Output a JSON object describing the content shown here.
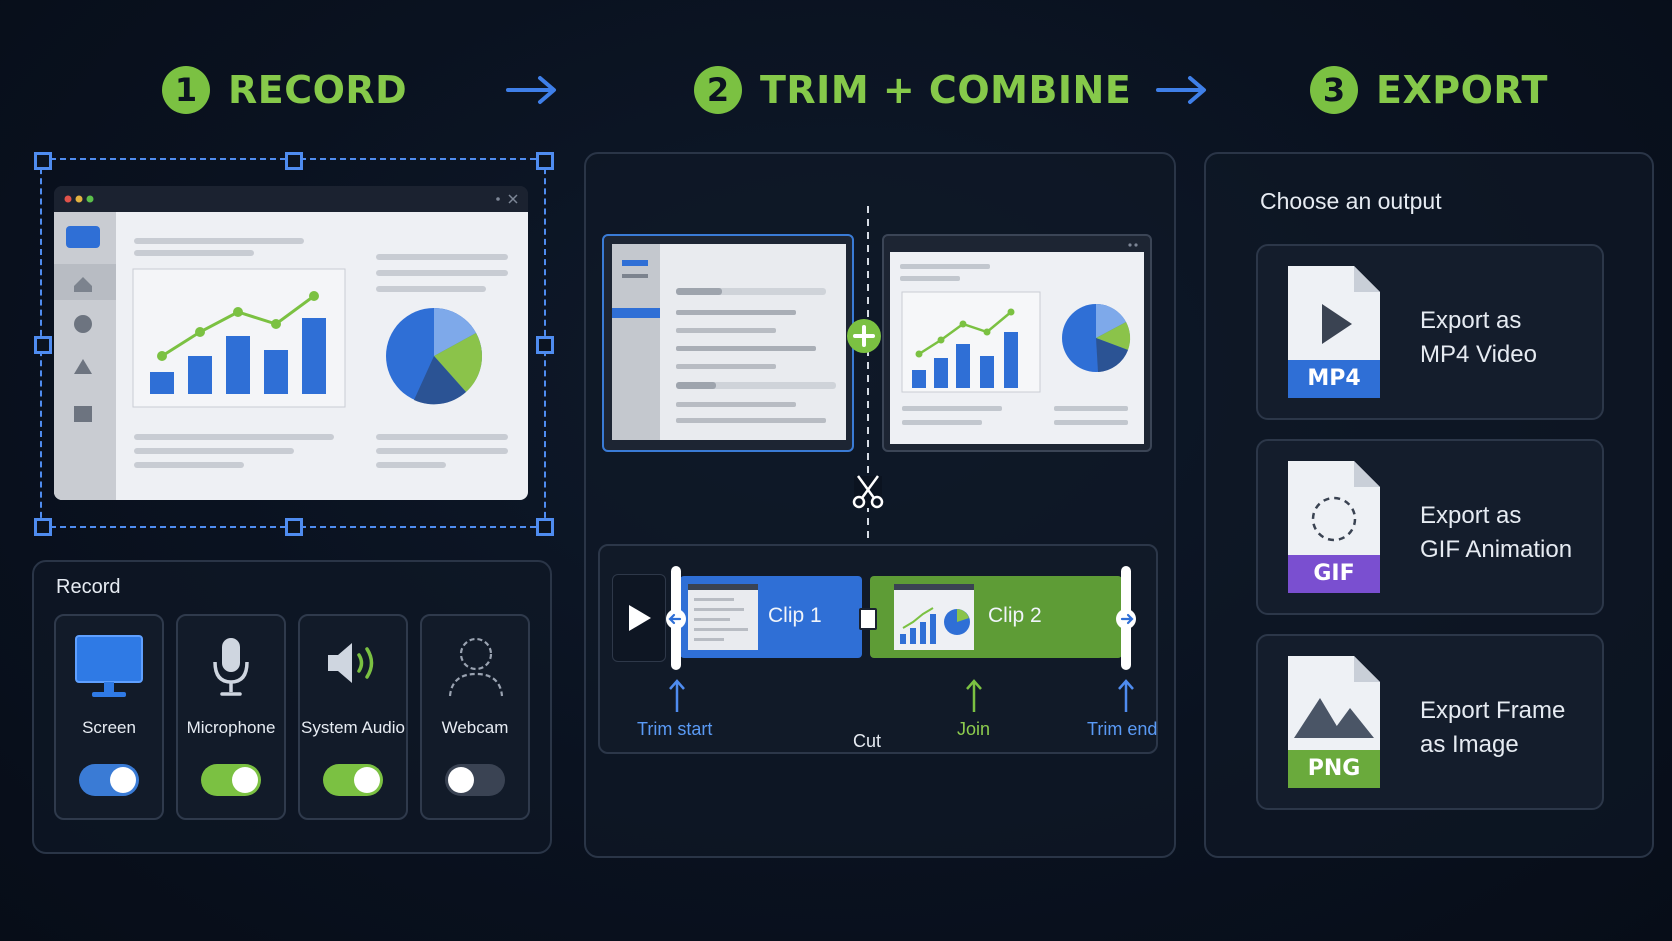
{
  "steps": [
    {
      "number": "1",
      "title": "RECORD"
    },
    {
      "number": "2",
      "title": "TRIM + COMBINE"
    },
    {
      "number": "3",
      "title": "EXPORT"
    }
  ],
  "record": {
    "panel_title": "Record",
    "options": [
      {
        "label": "Screen",
        "enabled": true,
        "toggle_color": "#3a7bd5",
        "icon": "monitor-icon"
      },
      {
        "label": "Microphone",
        "enabled": true,
        "toggle_color": "#7bc142",
        "icon": "microphone-icon"
      },
      {
        "label": "System Audio",
        "enabled": true,
        "toggle_color": "#7bc142",
        "icon": "speaker-icon"
      },
      {
        "label": "Webcam",
        "enabled": false,
        "toggle_color": "#3a4353",
        "icon": "webcam-user-icon"
      }
    ]
  },
  "trim": {
    "clips": [
      {
        "label": "Clip 1",
        "color": "#2f6fd6"
      },
      {
        "label": "Clip 2",
        "color": "#5e9c36"
      }
    ],
    "markers": {
      "trim_start": "Trim start",
      "cut": "Cut",
      "join": "Join",
      "trim_end": "Trim end"
    }
  },
  "export": {
    "title": "Choose an output",
    "options": [
      {
        "badge": "MP4",
        "line1": "Export as",
        "line2": "MP4 Video",
        "badge_color": "#2f6fd6"
      },
      {
        "badge": "GIF",
        "line1": "Export as",
        "line2": "GIF Animation",
        "badge_color": "#7a4fd0"
      },
      {
        "badge": "PNG",
        "line1": "Export Frame",
        "line2": "as Image",
        "badge_color": "#6aaa3c"
      }
    ]
  },
  "colors": {
    "accent_green": "#86c94a",
    "accent_blue": "#4f8cf0",
    "background": "#0a1220"
  }
}
